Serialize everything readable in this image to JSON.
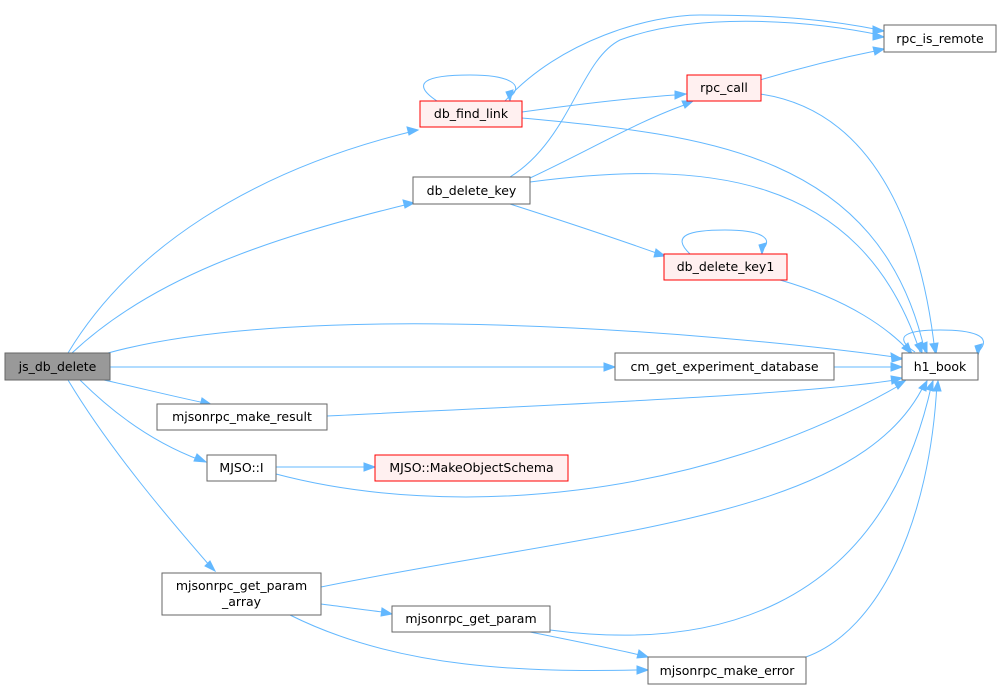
{
  "colors": {
    "edge": "#63b8ff",
    "node_fill": "#ffffff",
    "node_border": "#666666",
    "node_border_undocumented": "#ff0000",
    "node_fill_undocumented": "#fff0f0",
    "current_fill": "#999999",
    "current_border": "#666666"
  },
  "nodes": {
    "js_db_delete": {
      "label": "js_db_delete",
      "style": "current"
    },
    "db_find_link": {
      "label": "db_find_link",
      "style": "undoc"
    },
    "db_delete_key": {
      "label": "db_delete_key",
      "style": "normal"
    },
    "rpc_call": {
      "label": "rpc_call",
      "style": "undoc"
    },
    "rpc_is_remote": {
      "label": "rpc_is_remote",
      "style": "normal"
    },
    "db_delete_key1": {
      "label": "db_delete_key1",
      "style": "undoc"
    },
    "h1_book": {
      "label": "h1_book",
      "style": "normal"
    },
    "cm_get_experiment_database": {
      "label": "cm_get_experiment_database",
      "style": "normal"
    },
    "mjsonrpc_make_result": {
      "label": "mjsonrpc_make_result",
      "style": "normal"
    },
    "mjso_i": {
      "label": "MJSO::I",
      "style": "normal"
    },
    "mjso_make_object_schema": {
      "label": "MJSO::MakeObjectSchema",
      "style": "undoc"
    },
    "mjsonrpc_get_param_array": {
      "label_line1": "mjsonrpc_get_param",
      "label_line2": "_array",
      "style": "normal"
    },
    "mjsonrpc_get_param": {
      "label": "mjsonrpc_get_param",
      "style": "normal"
    },
    "mjsonrpc_make_error": {
      "label": "mjsonrpc_make_error",
      "style": "normal"
    }
  }
}
